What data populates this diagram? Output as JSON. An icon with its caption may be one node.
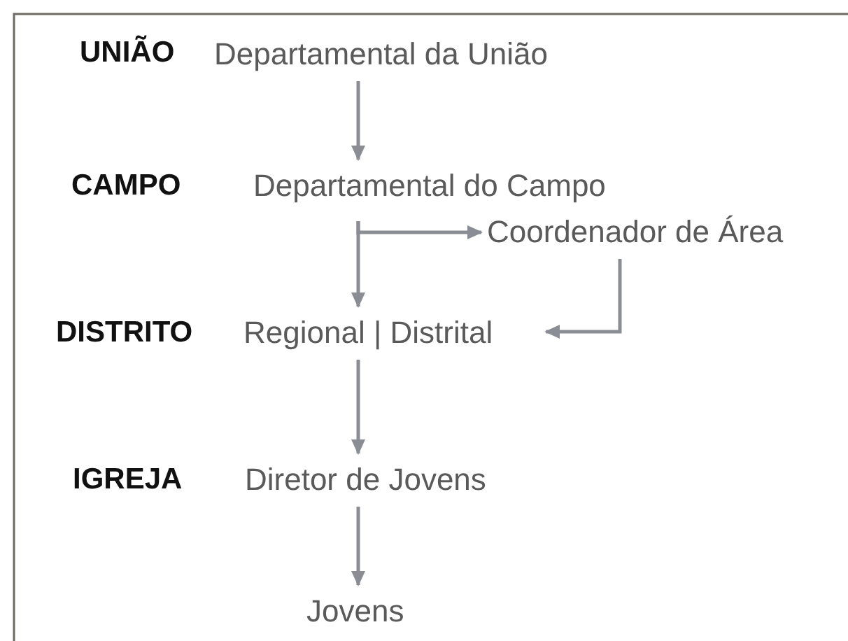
{
  "diagram": {
    "nodes": [
      {
        "text": [
          "Departamental da União"
        ]
      },
      {
        "text": [
          "Departamental do Campo"
        ]
      },
      {
        "text": [
          "Coordenador de Área"
        ]
      },
      {
        "text": [
          "Regional | Distrital"
        ]
      },
      {
        "text": [
          "Diretor de Jovens"
        ]
      },
      {
        "text": [
          "Jovens"
        ]
      }
    ],
    "edges": [
      {
        "from": 0,
        "to": 1,
        "arrow": "to"
      },
      {
        "from": 1,
        "to": 3,
        "arrow": "to"
      },
      {
        "from": 1,
        "to": 2,
        "arrow": "to"
      },
      {
        "from": 2,
        "to": 3,
        "arrow": "to"
      },
      {
        "from": 3,
        "to": 4,
        "arrow": "to"
      },
      {
        "from": 4,
        "to": 5,
        "arrow": "to"
      }
    ],
    "labels": [
      "UNIÃO",
      "CAMPO",
      "DISTRITO",
      "IGREJA"
    ]
  }
}
